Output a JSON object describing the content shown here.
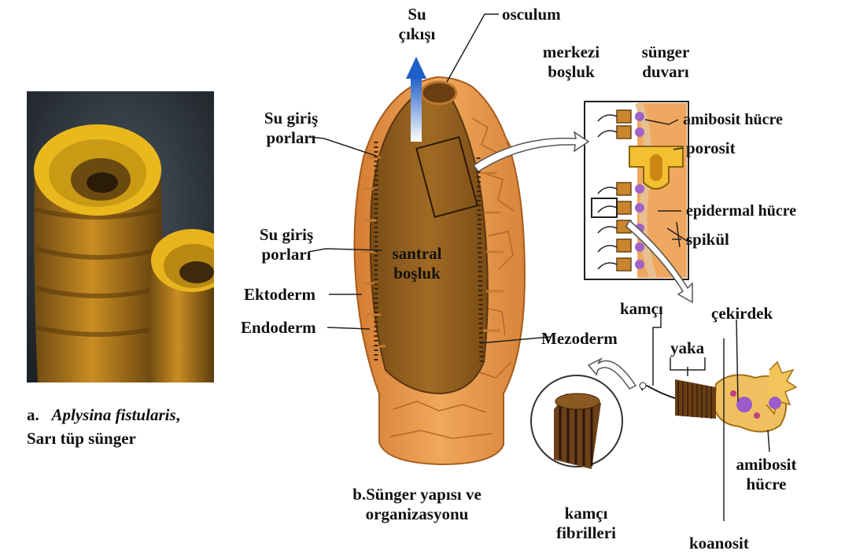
{
  "caption_a": {
    "letter": "a.",
    "species": "Aplysina fistularis",
    "comma": ",",
    "common": "Sarı tüp sünger"
  },
  "caption_b": {
    "line1": "b.Sünger yapısı ve",
    "line2": "organizasyonu"
  },
  "labels": {
    "su_cikisi_1": "Su",
    "su_cikisi_2": "çıkışı",
    "osculum": "osculum",
    "merkezi_1": "merkezi",
    "merkezi_2": "boşluk",
    "sunger_1": "sünger",
    "sunger_2": "duvarı",
    "su_giris_a1": "Su giriş",
    "su_giris_a2": "porları",
    "su_giris_b1": "Su giriş",
    "su_giris_b2": "porları",
    "ektoderm": "Ektoderm",
    "endoderm": "Endoderm",
    "santral_1": "santral",
    "santral_2": "boşluk",
    "mezoderm": "Mezoderm",
    "amibosit_hucre": "amibosit  hücre",
    "porosit": "porosit",
    "epidermal": "epidermal hücre",
    "spikul": "spikül",
    "kamci": "kamçı",
    "cekirdek": "çekirdek",
    "yaka": "yaka",
    "amibosit2_1": "amibosit",
    "amibosit2_2": "hücre",
    "kamci_fib_1": "kamçı",
    "kamci_fib_2": "fibrilleri",
    "koanosit": "koanosit"
  },
  "colors": {
    "sponge_body": "#d9893f",
    "sponge_dark": "#8a5a1e",
    "arrow_blue": "#2f6fd0",
    "photo_bg": "#2a2f33",
    "tube_yellow": "#d9a11a"
  }
}
